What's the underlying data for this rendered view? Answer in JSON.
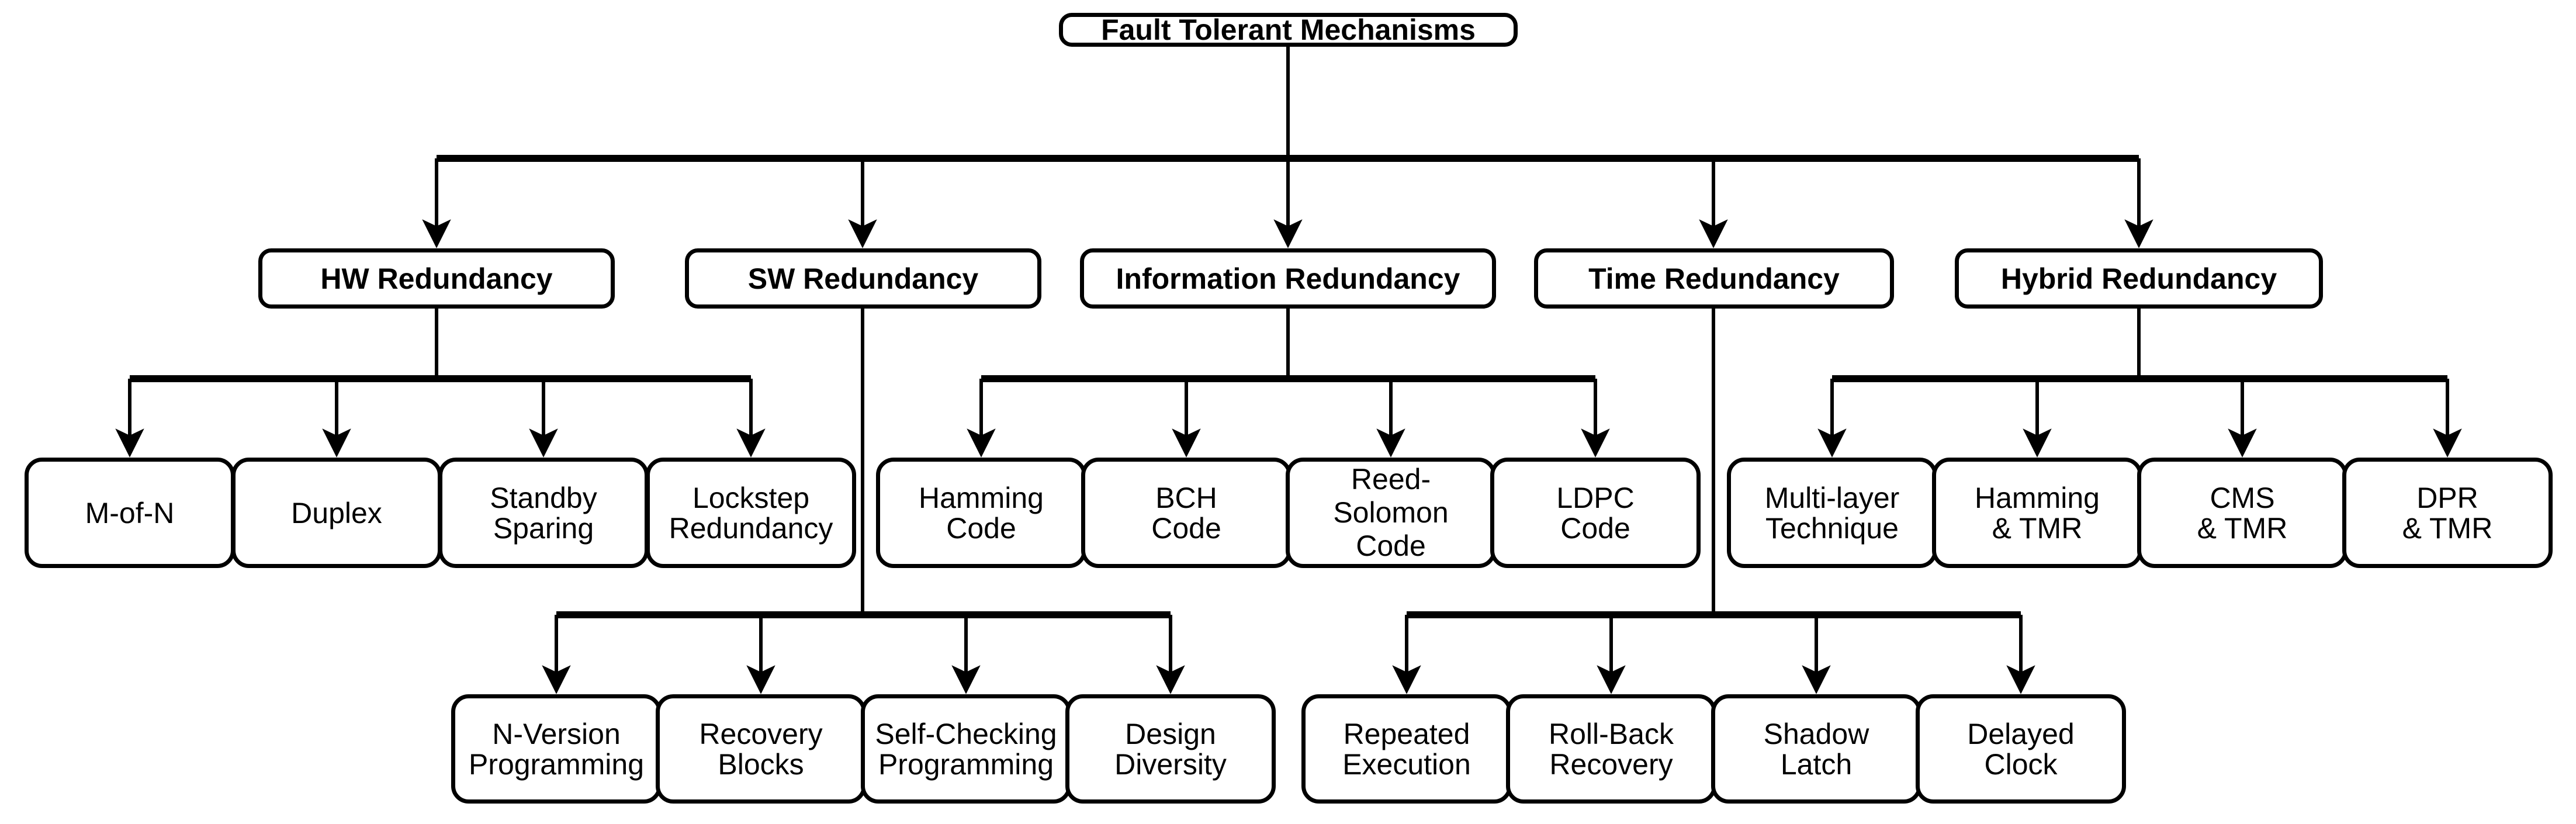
{
  "diagram": {
    "title": "Fault Tolerant Mechanisms",
    "type": "tree-taxonomy",
    "colors": {
      "background": "#ffffff",
      "stroke": "#000000",
      "box_fill": "#ffffff",
      "text": "#000000"
    },
    "root": {
      "label": "Fault Tolerant Mechanisms"
    },
    "categories": [
      {
        "id": "hw",
        "label": "HW Redundancy"
      },
      {
        "id": "sw",
        "label": "SW Redundancy"
      },
      {
        "id": "info",
        "label": "Information Redundancy"
      },
      {
        "id": "time",
        "label": "Time Redundancy"
      },
      {
        "id": "hyb",
        "label": "Hybrid Redundancy"
      }
    ],
    "leaves": {
      "hw": [
        {
          "label": "M-of-N"
        },
        {
          "label": "Duplex"
        },
        {
          "label": "Standby\nSparing"
        },
        {
          "label": "Lockstep\nRedundancy"
        }
      ],
      "info": [
        {
          "label": "Hamming\nCode"
        },
        {
          "label": "BCH\nCode"
        },
        {
          "label": "Reed-\nSolomon\nCode"
        },
        {
          "label": "LDPC\nCode"
        }
      ],
      "hyb": [
        {
          "label": "Multi-layer\nTechnique"
        },
        {
          "label": "Hamming\n& TMR"
        },
        {
          "label": "CMS\n& TMR"
        },
        {
          "label": "DPR\n& TMR"
        }
      ],
      "sw": [
        {
          "label": "N-Version\nProgramming"
        },
        {
          "label": "Recovery\nBlocks"
        },
        {
          "label": "Self-Checking\nProgramming"
        },
        {
          "label": "Design\nDiversity"
        }
      ],
      "time": [
        {
          "label": "Repeated\nExecution"
        },
        {
          "label": "Roll-Back\nRecovery"
        },
        {
          "label": "Shadow\nLatch"
        },
        {
          "label": "Delayed\nClock"
        }
      ]
    }
  }
}
